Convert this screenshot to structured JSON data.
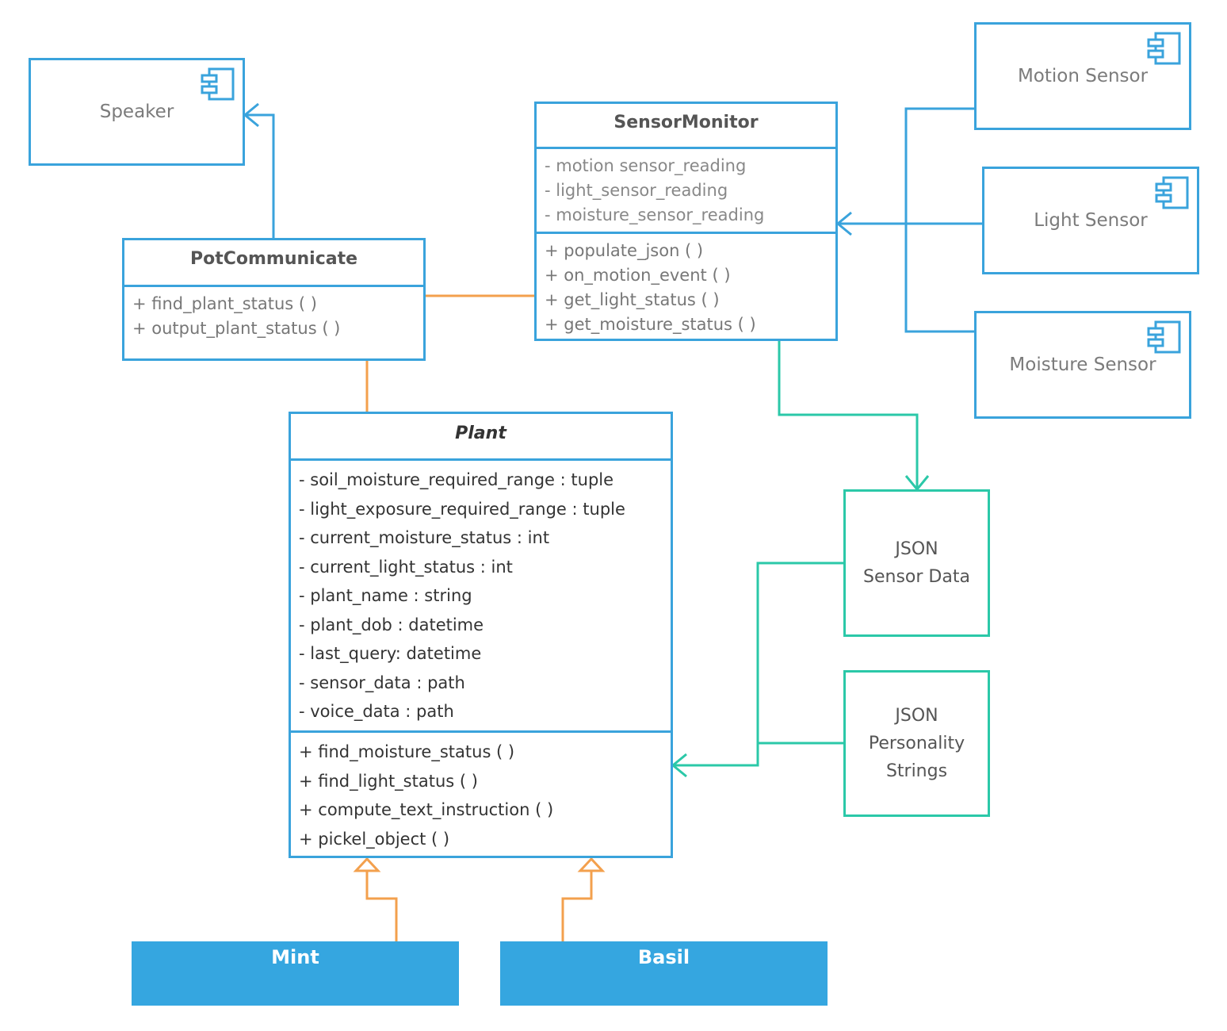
{
  "components": {
    "speaker": "Speaker",
    "motion_sensor": "Motion Sensor",
    "light_sensor": "Light Sensor",
    "moisture_sensor": "Moisture Sensor"
  },
  "sensor_monitor": {
    "title": "SensorMonitor",
    "attributes": [
      "- motion sensor_reading",
      "- light_sensor_reading",
      "- moisture_sensor_reading"
    ],
    "methods": [
      "+ populate_json ( )",
      "+ on_motion_event ( )",
      "+ get_light_status ( )",
      "+ get_moisture_status ( )"
    ]
  },
  "pot_communicate": {
    "title": "PotCommunicate",
    "methods": [
      "+ find_plant_status ( )",
      "+ output_plant_status ( )"
    ]
  },
  "plant": {
    "title": "Plant",
    "attributes": [
      "- soil_moisture_required_range : tuple",
      "- light_exposure_required_range : tuple",
      "- current_moisture_status : int",
      "- current_light_status : int",
      "- plant_name : string",
      "- plant_dob : datetime",
      "- last_query: datetime",
      "- sensor_data : path",
      "- voice_data : path"
    ],
    "methods": [
      "+ find_moisture_status ( )",
      "+ find_light_status ( )",
      "+ compute_text_instruction ( )",
      "+ pickel_object ( )"
    ]
  },
  "json_sensor_data": {
    "line1": "JSON",
    "line2": "Sensor Data"
  },
  "json_personality": {
    "line1": "JSON",
    "line2": "Personality",
    "line3": "Strings"
  },
  "subclasses": {
    "mint": "Mint",
    "basil": "Basil"
  },
  "colors": {
    "blue": "#3aa3dc",
    "orange": "#f3a04d",
    "teal": "#2bc8a8",
    "fill_blue": "#35a6e0"
  },
  "icons": {
    "component": "component-icon"
  }
}
